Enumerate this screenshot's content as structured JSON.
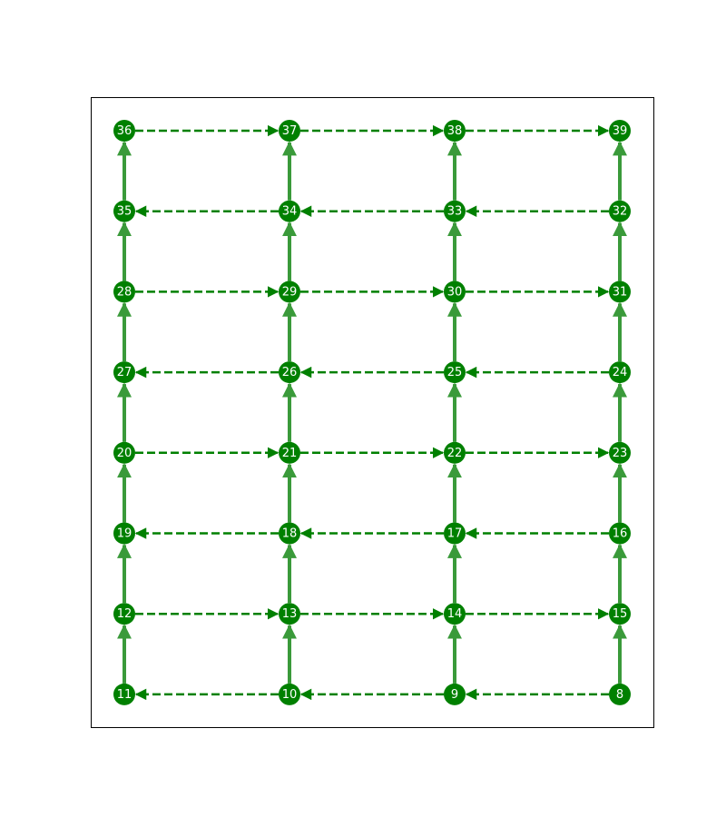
{
  "graph": {
    "node_color": "#008000",
    "label_color": "#ffffff",
    "vertical_edge_color": "#3a9a3a",
    "horizontal_edge_color": "#008000",
    "vertical_edge_style": "solid",
    "horizontal_edge_style": "dashed",
    "grid": {
      "columns": 4,
      "rows": 8,
      "rows_top_to_bottom": [
        [
          "36",
          "37",
          "38",
          "39"
        ],
        [
          "35",
          "34",
          "33",
          "32"
        ],
        [
          "28",
          "29",
          "30",
          "31"
        ],
        [
          "27",
          "26",
          "25",
          "24"
        ],
        [
          "20",
          "21",
          "22",
          "23"
        ],
        [
          "19",
          "18",
          "17",
          "16"
        ],
        [
          "12",
          "13",
          "14",
          "15"
        ],
        [
          "11",
          "10",
          "9",
          "8"
        ]
      ]
    },
    "vertical_edges": [
      [
        "11",
        "12"
      ],
      [
        "12",
        "19"
      ],
      [
        "19",
        "20"
      ],
      [
        "20",
        "27"
      ],
      [
        "27",
        "28"
      ],
      [
        "28",
        "35"
      ],
      [
        "35",
        "36"
      ],
      [
        "10",
        "13"
      ],
      [
        "13",
        "18"
      ],
      [
        "18",
        "21"
      ],
      [
        "21",
        "26"
      ],
      [
        "26",
        "29"
      ],
      [
        "29",
        "34"
      ],
      [
        "34",
        "37"
      ],
      [
        "9",
        "14"
      ],
      [
        "14",
        "17"
      ],
      [
        "17",
        "22"
      ],
      [
        "22",
        "25"
      ],
      [
        "25",
        "30"
      ],
      [
        "30",
        "33"
      ],
      [
        "33",
        "38"
      ],
      [
        "8",
        "15"
      ],
      [
        "15",
        "16"
      ],
      [
        "16",
        "23"
      ],
      [
        "23",
        "24"
      ],
      [
        "24",
        "31"
      ],
      [
        "31",
        "32"
      ],
      [
        "32",
        "39"
      ]
    ],
    "horizontal_edges": [
      [
        "36",
        "37"
      ],
      [
        "37",
        "38"
      ],
      [
        "38",
        "39"
      ],
      [
        "32",
        "33"
      ],
      [
        "33",
        "34"
      ],
      [
        "34",
        "35"
      ],
      [
        "28",
        "29"
      ],
      [
        "29",
        "30"
      ],
      [
        "30",
        "31"
      ],
      [
        "24",
        "25"
      ],
      [
        "25",
        "26"
      ],
      [
        "26",
        "27"
      ],
      [
        "20",
        "21"
      ],
      [
        "21",
        "22"
      ],
      [
        "22",
        "23"
      ],
      [
        "16",
        "17"
      ],
      [
        "17",
        "18"
      ],
      [
        "18",
        "19"
      ],
      [
        "12",
        "13"
      ],
      [
        "13",
        "14"
      ],
      [
        "14",
        "15"
      ],
      [
        "8",
        "9"
      ],
      [
        "9",
        "10"
      ],
      [
        "10",
        "11"
      ]
    ]
  }
}
